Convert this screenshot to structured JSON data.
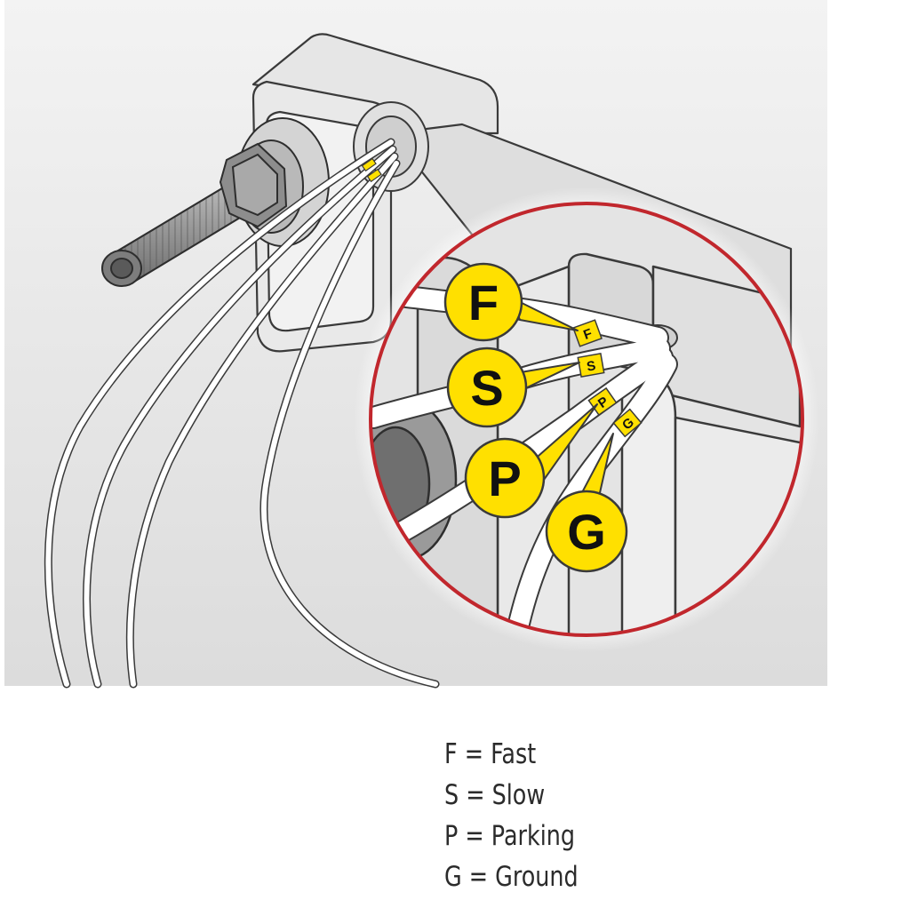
{
  "diagram": {
    "subject": "wiper motor terminal wiring",
    "colors": {
      "background": "#ececec",
      "callout_fill": "#ffe000",
      "magnifier_ring": "#c1272d",
      "wire_fill": "#ffffff",
      "outline": "#3a3a3a"
    },
    "callouts": [
      {
        "letter": "F",
        "tag": "F"
      },
      {
        "letter": "S",
        "tag": "S"
      },
      {
        "letter": "P",
        "tag": "P"
      },
      {
        "letter": "G",
        "tag": "G"
      }
    ],
    "legend": [
      "F = Fast",
      "S = Slow",
      "P = Parking",
      "G = Ground"
    ]
  }
}
